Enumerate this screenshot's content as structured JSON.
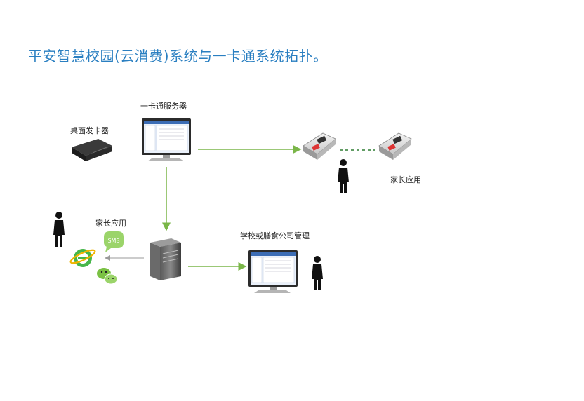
{
  "title": "平安智慧校园(云消费)系统与一卡通系统拓扑。",
  "labels": {
    "card_server": "一卡通服务器",
    "desktop_card_issuer": "桌面发卡器",
    "parent_app_right": "家长应用",
    "parent_app_left": "家长应用",
    "school_mgmt": "学校或膳食公司管理",
    "sms": "SMS"
  },
  "colors": {
    "title": "#2a7fc1",
    "connector_green": "#7ab648",
    "connector_gray": "#9a9a9a"
  }
}
